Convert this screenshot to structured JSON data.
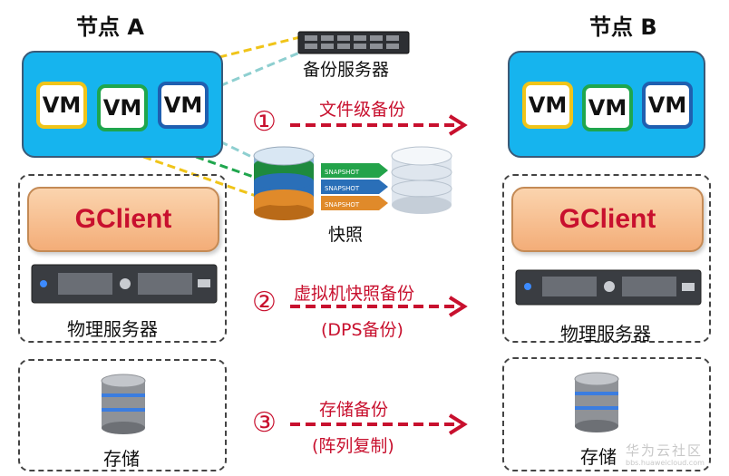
{
  "node_a": {
    "title": "节点 A",
    "physical_label": "物理服务器",
    "storage_label": "存储",
    "gclient": "GClient"
  },
  "node_b": {
    "title": "节点 B",
    "physical_label": "物理服务器",
    "storage_label": "存储",
    "gclient": "GClient"
  },
  "vm_label": "VM",
  "backup_server_label": "备份服务器",
  "snapshot_label": "快照",
  "snapshot_arrow_text": "SNAPSHOT",
  "methods": [
    {
      "num": "①",
      "line1": "文件级备份",
      "line2": ""
    },
    {
      "num": "②",
      "line1": "虚拟机快照备份",
      "line2": "(DPS备份)"
    },
    {
      "num": "③",
      "line1": "存储备份",
      "line2": "(阵列复制)"
    }
  ],
  "watermark": {
    "main": "华为云社区",
    "sub": "bbs.huaweicloud.com"
  },
  "colors": {
    "red": "#c8102e",
    "panel": "#16b4ee",
    "vm_yellow": "#f0c419",
    "vm_green": "#1fa64d",
    "vm_blue": "#1f5fb0"
  }
}
